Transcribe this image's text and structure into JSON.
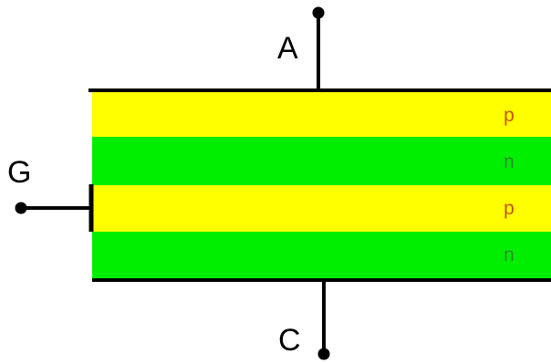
{
  "terminals": {
    "anode": "A",
    "gate": "G",
    "cathode": "C"
  },
  "layers": [
    {
      "label": "p",
      "fill": "#ffff00",
      "label_color": "#c0560a"
    },
    {
      "label": "n",
      "fill": "#00ee00",
      "label_color": "#2e8b2e"
    },
    {
      "label": "p",
      "fill": "#ffff00",
      "label_color": "#c0560a"
    },
    {
      "label": "n",
      "fill": "#00ee00",
      "label_color": "#2e8b2e"
    }
  ],
  "colors": {
    "wire": "#000000",
    "p_layer": "#ffff00",
    "n_layer": "#00ee00"
  }
}
